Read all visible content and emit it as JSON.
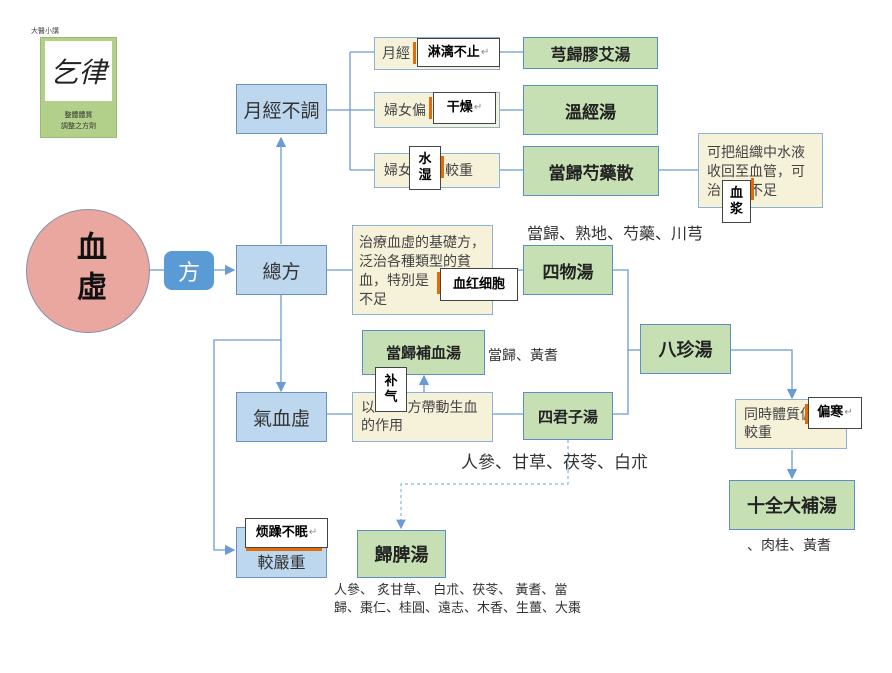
{
  "logo": {
    "header": "大醫小講",
    "calligraphy": "乞律",
    "line1": "整體體質",
    "line2": "調整之方劑"
  },
  "root": {
    "label": "血虛",
    "color": "#e9a7a0"
  },
  "fang": {
    "label": "方",
    "color": "#5b9bd5"
  },
  "nodes": {
    "yuejing": "月經不調",
    "zongfang": "總方",
    "qixuexu": "氣血虛",
    "jiaoyanzhong": "較嚴重"
  },
  "yuejing_items": {
    "item1": "月經",
    "item2": "婦女偏",
    "item3_a": "婦女",
    "item3_b": "較重"
  },
  "formulas": {
    "xiongguijiaoai": "芎歸膠艾湯",
    "wenjing": "溫經湯",
    "dangguishaoyao": "當歸芍藥散",
    "siwu": "四物湯",
    "danggui_buxue": "當歸補血湯",
    "sijunzi": "四君子湯",
    "bazhen": "八珍湯",
    "shiquan": "十全大補湯",
    "guipi": "歸脾湯"
  },
  "notes": {
    "shaoyao_note": "可把組織中水液收回至血管，可治　　不足",
    "siwu_desc": "治療血虛的基礎方，泛治各種類型的貧血，特別是　　　　　不足",
    "sijunzi_desc_a": "以",
    "sijunzi_desc_b": "方帶動生血的作用",
    "bazhen_note": "同時體質偏虛較重"
  },
  "tags": {
    "linli": "淋漓不止",
    "ganzao": "干燥",
    "shuishi": "水湿",
    "xuejiang": "血浆",
    "xuehong": "血红细胞",
    "buqi": "补气",
    "pianhan": "偏寒",
    "fanzao": "烦躁不眠"
  },
  "ingredients": {
    "siwu": "當歸、熟地、芍藥、川芎",
    "buxue": "當歸、黃耆",
    "sijunzi": "人參、甘草、茯苓、白朮",
    "shiquan": "、肉桂、黃耆",
    "guipi": "人參、 炙甘草、 白朮、茯苓、 黃耆、當歸、棗仁、桂圓、遠志、木香、生薑、大棗"
  }
}
